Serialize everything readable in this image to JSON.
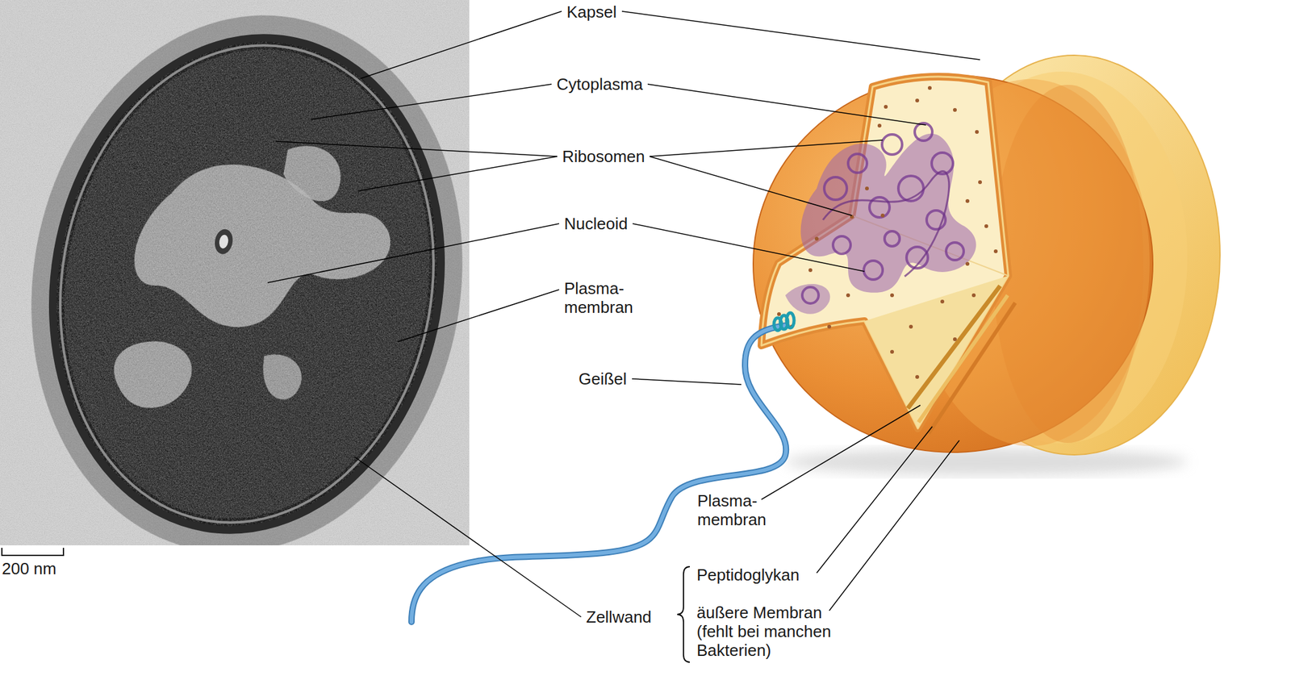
{
  "diagram": {
    "labels": [
      "Kapsel",
      "Cytoplasma",
      "Ribosomen",
      "Nucleoid",
      "Plasma- membran",
      "Geißel",
      "Plasma- membran",
      "Peptidoglykan",
      "äußere Membran (fehlt bei manchen Bakterien)",
      "Zellwand",
      "200 nm"
    ]
  }
}
